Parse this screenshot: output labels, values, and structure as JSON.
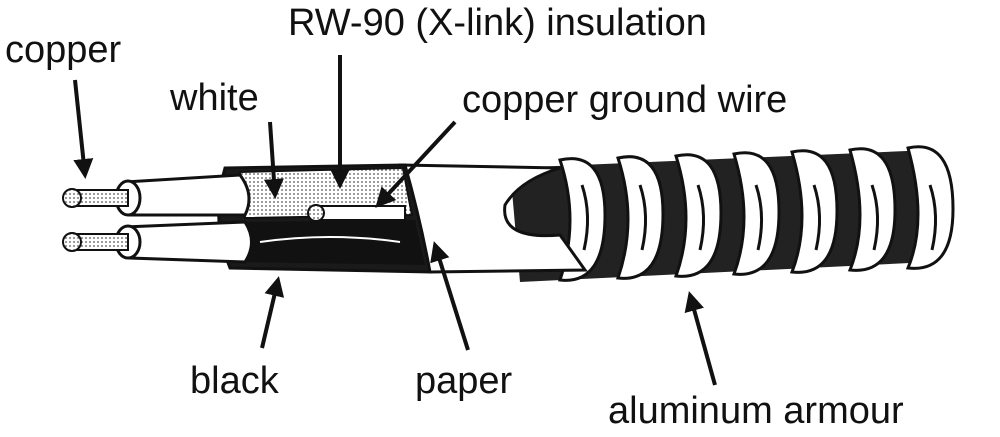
{
  "labels": {
    "copper": "copper",
    "white": "white",
    "insulation": "RW-90 (X-link) insulation",
    "ground": "copper ground wire",
    "black": "black",
    "paper": "paper",
    "armour": "aluminum armour"
  },
  "colors": {
    "ink": "#111111",
    "paper": "#ffffff",
    "stipple": "#cfcfcf"
  }
}
